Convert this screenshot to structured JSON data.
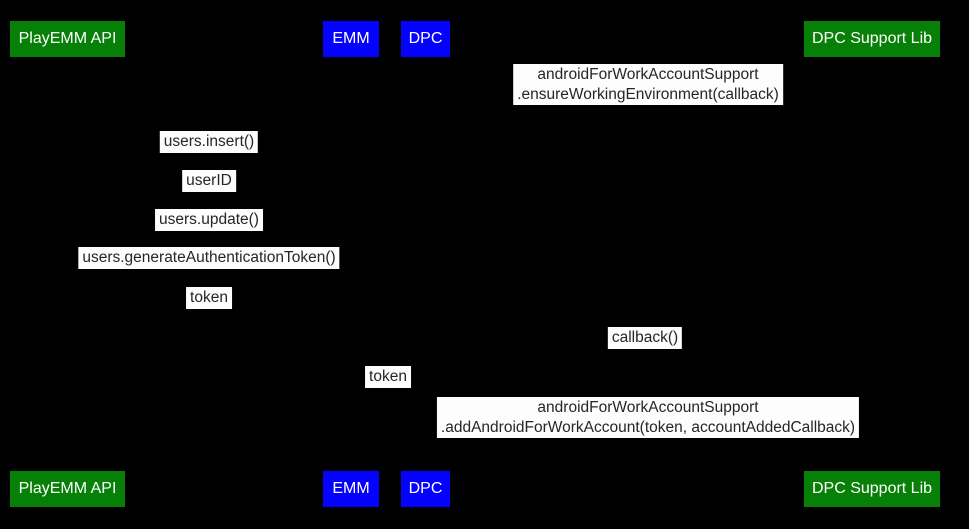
{
  "diagram": {
    "type": "uml-sequence-diagram",
    "colors": {
      "background": "#000000",
      "actor_green": "#078007",
      "actor_blue": "#0402fd",
      "actor_text": "#ffffff",
      "message_background": "#fdfdfd",
      "message_text": "#262626"
    },
    "actors": [
      {
        "label": "PlayEMM API"
      },
      {
        "label": "EMM"
      },
      {
        "label": "DPC"
      },
      {
        "label": "DPC Support Lib"
      }
    ],
    "messages": [
      {
        "line1": "androidForWorkAccountSupport",
        "line2": ".ensureWorkingEnvironment(callback)"
      },
      {
        "line1": "users.insert()"
      },
      {
        "line1": "userID"
      },
      {
        "line1": "users.update()"
      },
      {
        "line1": "users.generateAuthenticationToken()"
      },
      {
        "line1": "token"
      },
      {
        "line1": "callback()"
      },
      {
        "line1": "token"
      },
      {
        "line1": "androidForWorkAccountSupport",
        "line2": ".addAndroidForWorkAccount(token, accountAddedCallback)"
      }
    ]
  }
}
